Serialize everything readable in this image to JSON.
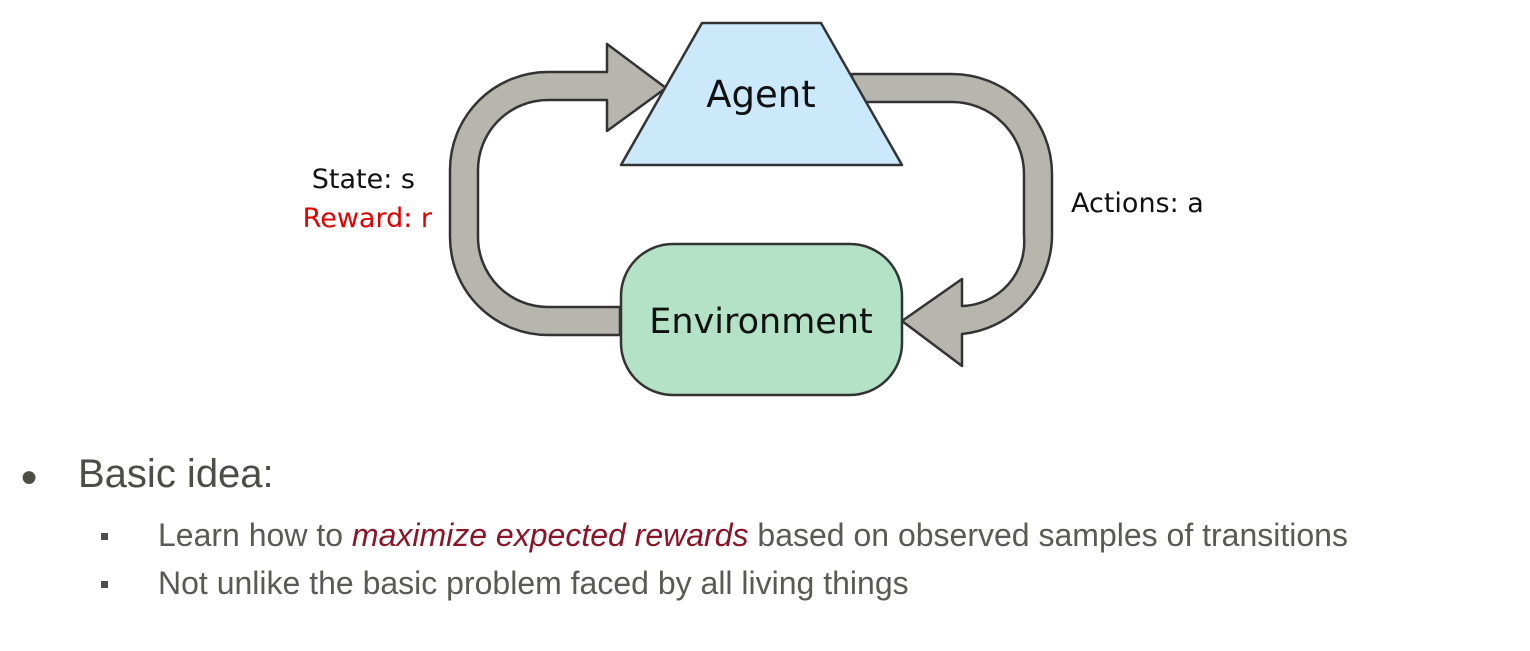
{
  "diagram": {
    "agent_label": "Agent",
    "environment_label": "Environment",
    "state_label": "State: s",
    "reward_label": "Reward: r",
    "actions_label": "Actions: a",
    "colors": {
      "agent_fill": "#cce9fb",
      "environment_fill": "#b3e2c6",
      "arrow_fill": "#b6b6ae",
      "outline": "#333333",
      "reward_text": "#e00000"
    }
  },
  "bullets": {
    "main": "Basic idea:",
    "items": [
      {
        "prefix": "Learn how to ",
        "emphasis": "maximize expected rewards",
        "suffix": " based on observed samples of transitions"
      },
      {
        "prefix": "Not unlike the basic problem faced by all living things",
        "emphasis": "",
        "suffix": ""
      }
    ]
  }
}
